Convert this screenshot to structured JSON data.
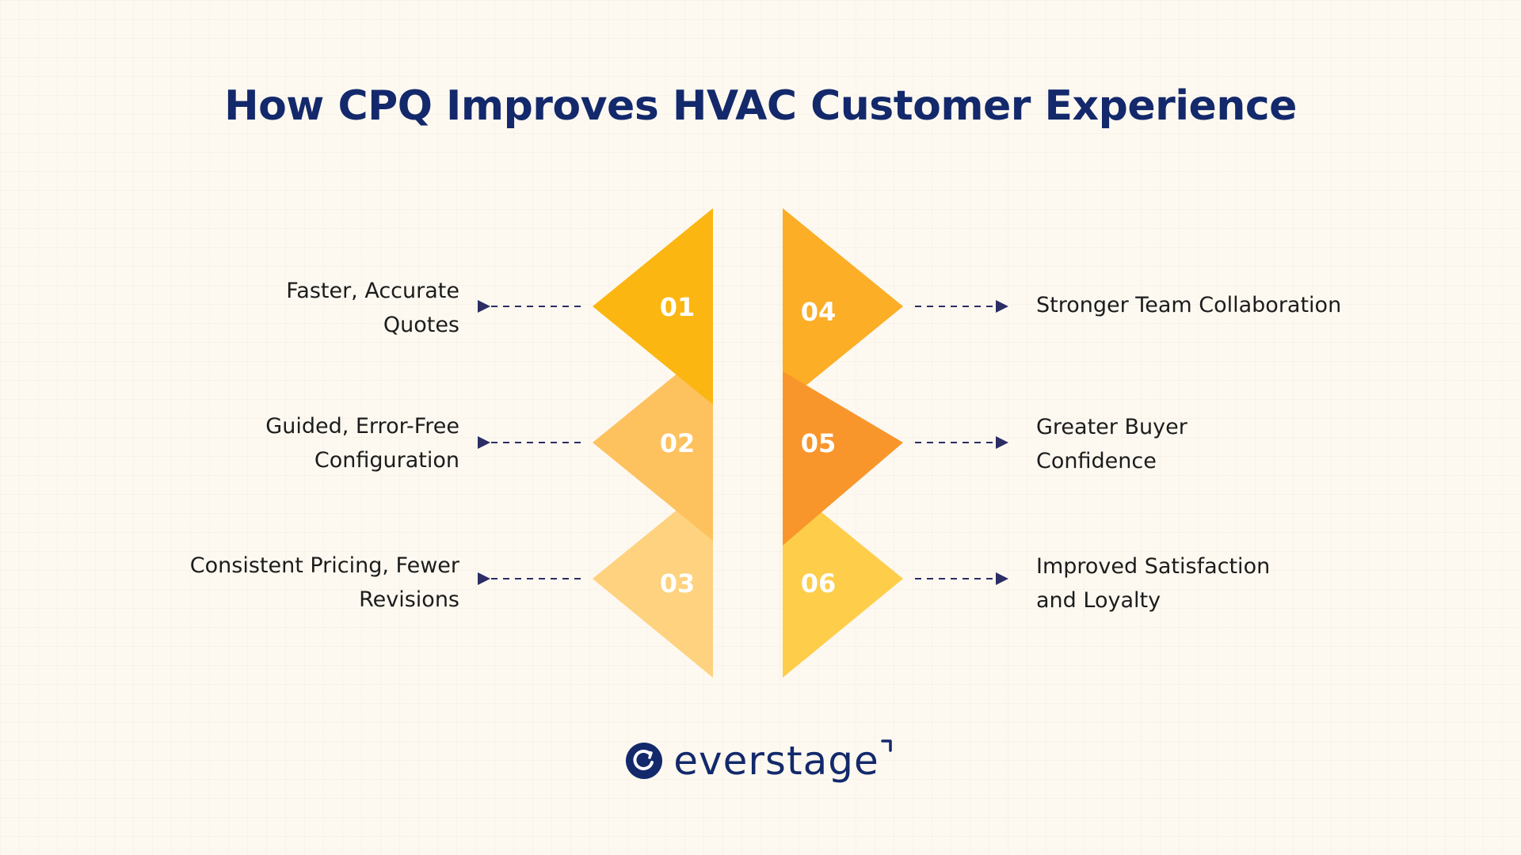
{
  "title": "How CPQ Improves HVAC Customer Experience",
  "items": [
    {
      "number": "01",
      "lines": [
        "Faster, Accurate",
        "Quotes"
      ],
      "color": "#fbb611"
    },
    {
      "number": "02",
      "lines": [
        "Guided, Error-Free",
        "Configuration"
      ],
      "color": "#fdc15e"
    },
    {
      "number": "03",
      "lines": [
        "Consistent Pricing, Fewer",
        "Revisions"
      ],
      "color": "#fed27e"
    },
    {
      "number": "04",
      "lines": [
        "Stronger Team Collaboration"
      ],
      "color": "#fbae26"
    },
    {
      "number": "05",
      "lines": [
        "Greater Buyer",
        "Confidence"
      ],
      "color": "#f9962b"
    },
    {
      "number": "06",
      "lines": [
        "Improved Satisfaction",
        "and Loyalty"
      ],
      "color": "#fecd4a"
    }
  ],
  "colors": {
    "title": "#13296b",
    "arrow": "#2b2d64",
    "brand": "#13296b"
  },
  "brand": {
    "name": "everstage",
    "icon": "everstage-logo-icon"
  }
}
